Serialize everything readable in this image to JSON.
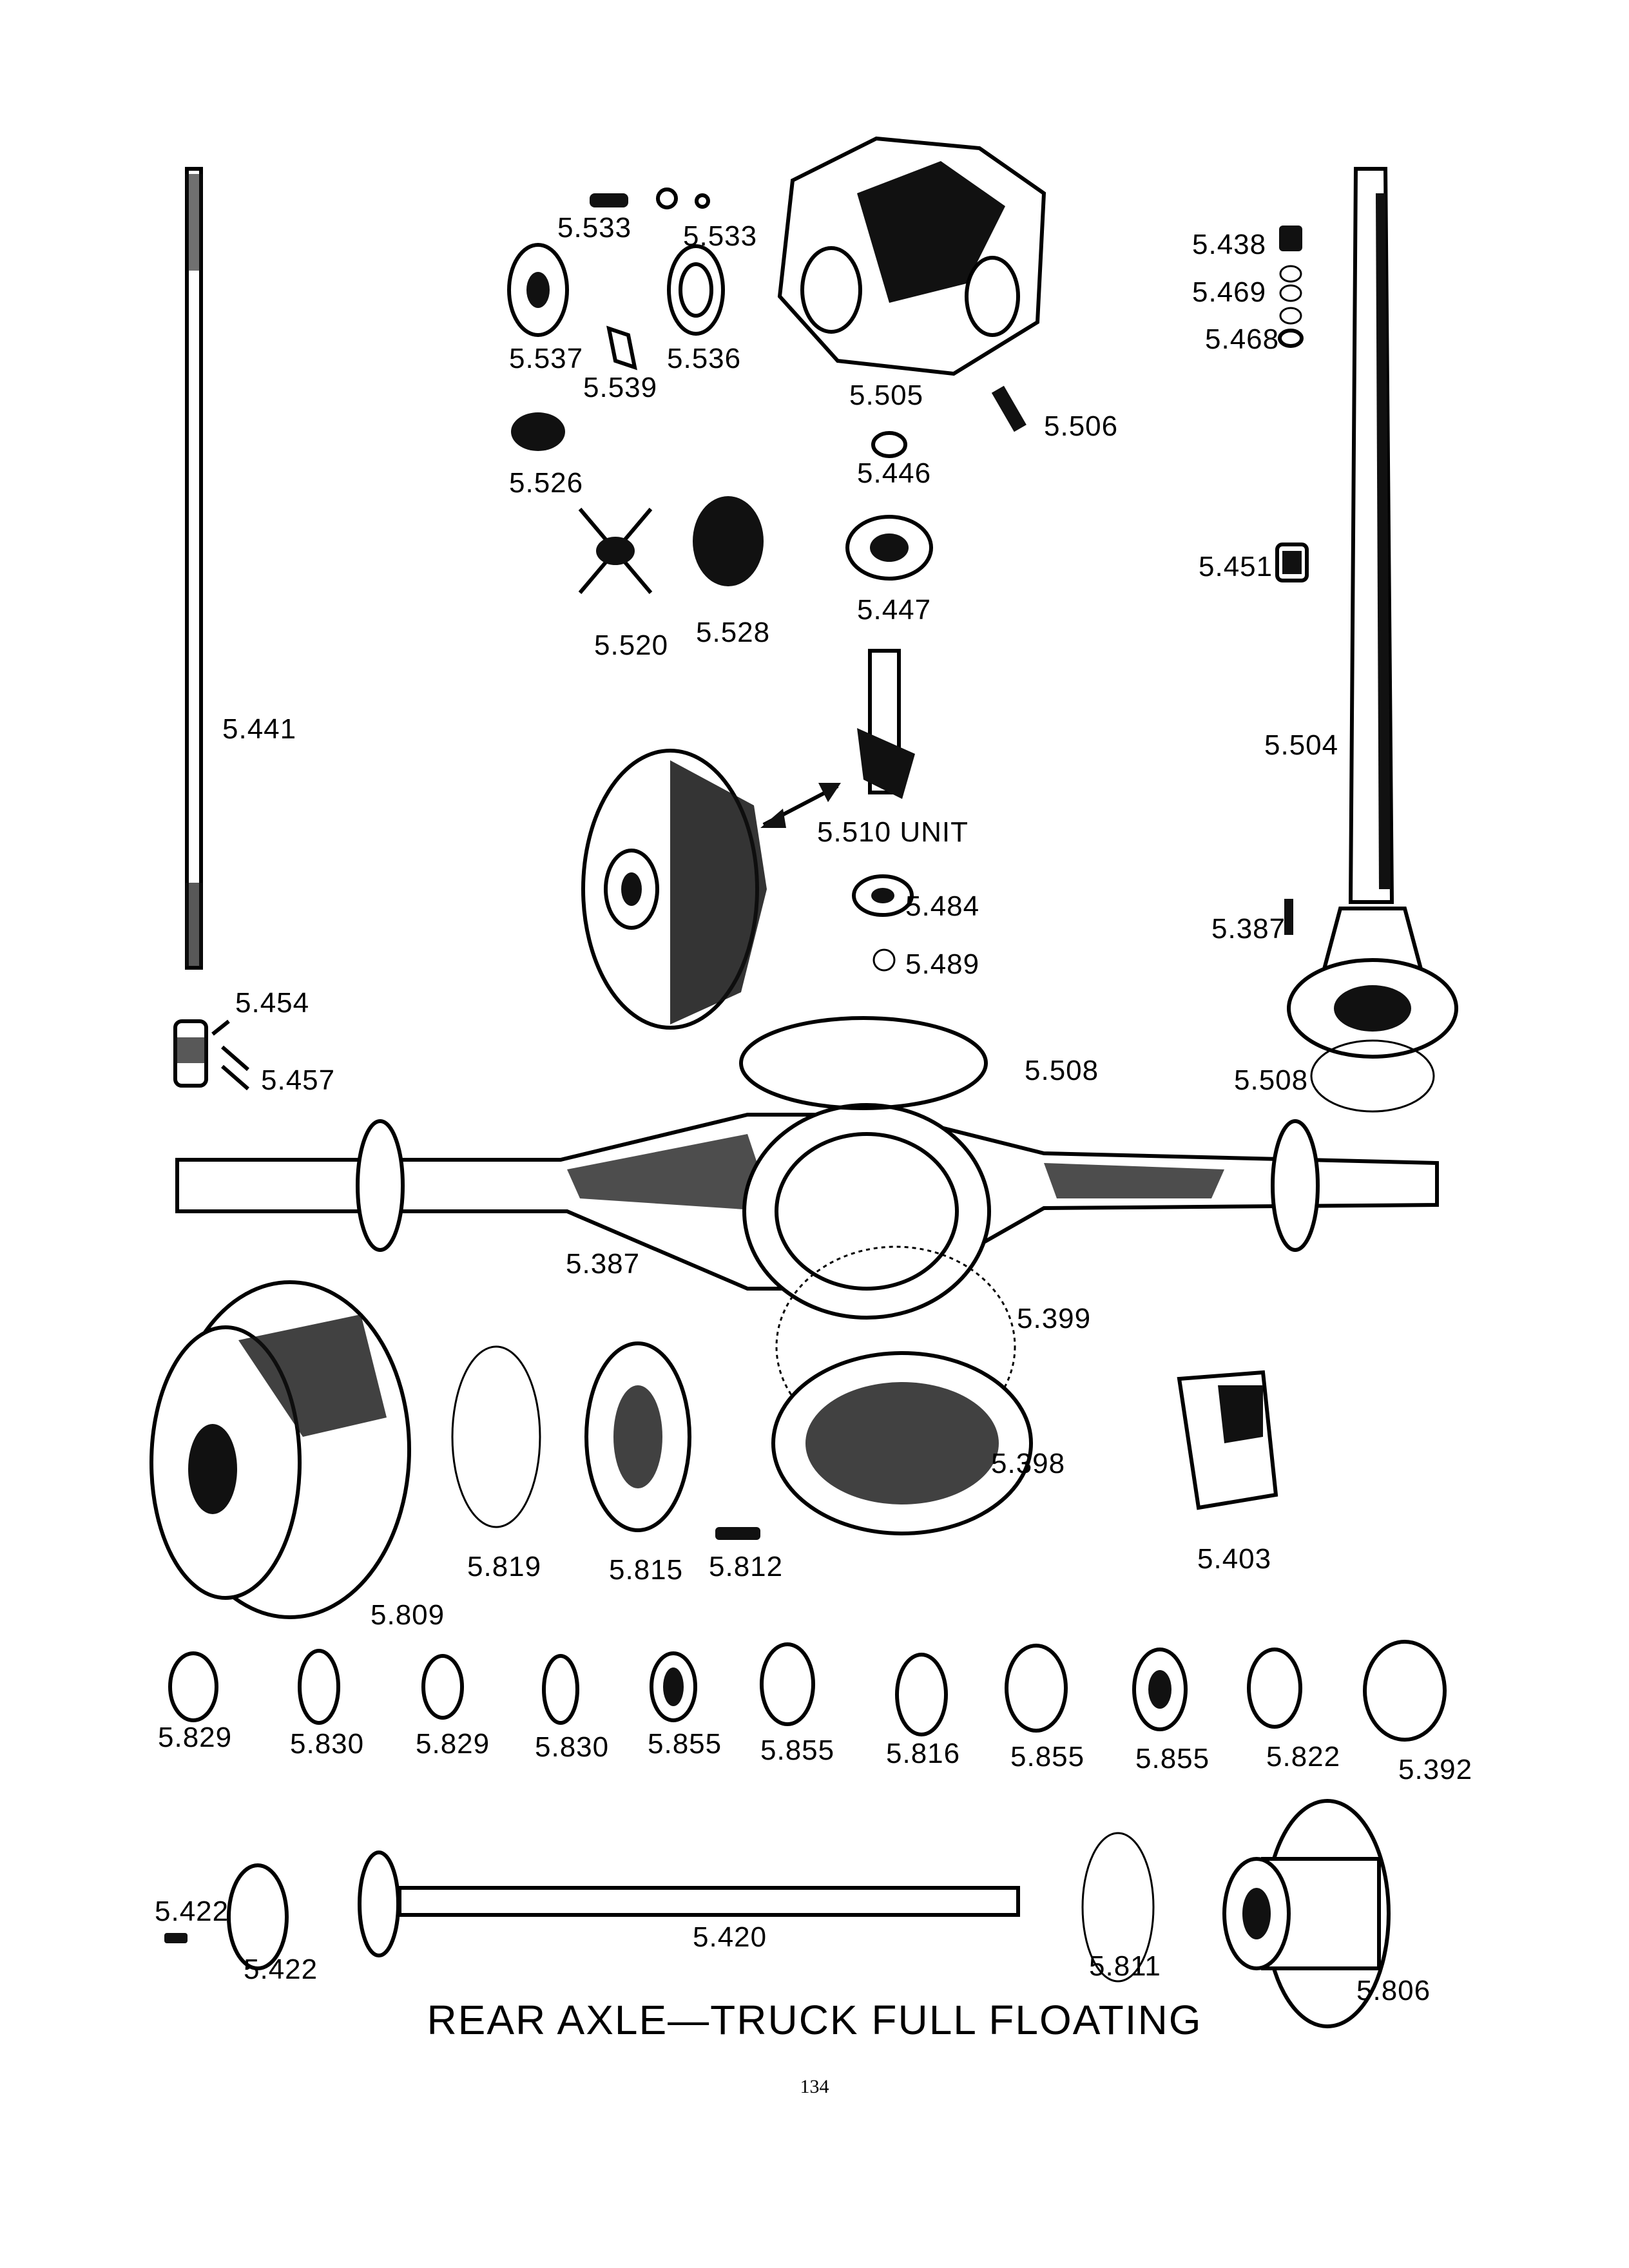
{
  "title": "REAR AXLE—TRUCK FULL FLOATING",
  "page_number": "134",
  "labels": {
    "l_5533a": "5.533",
    "l_5533b": "5.533",
    "l_5537": "5.537",
    "l_5539": "5.539",
    "l_5536": "5.536",
    "l_5505": "5.505",
    "l_5506": "5.506",
    "l_5446": "5.446",
    "l_5526": "5.526",
    "l_5520": "5.520",
    "l_5528": "5.528",
    "l_5447": "5.447",
    "l_5438": "5.438",
    "l_5469": "5.469",
    "l_5468": "5.468",
    "l_5451": "5.451",
    "l_5441": "5.441",
    "l_5504": "5.504",
    "l_5510": "5.510 UNIT",
    "l_5484": "5.484",
    "l_5489": "5.489",
    "l_5387a": "5.387",
    "l_5454": "5.454",
    "l_5457": "5.457",
    "l_5508a": "5.508",
    "l_5508b": "5.508",
    "l_5387b": "5.387",
    "l_5399": "5.399",
    "l_5398": "5.398",
    "l_5403": "5.403",
    "l_5819": "5.819",
    "l_5815": "5.815",
    "l_5812": "5.812",
    "l_5809": "5.809",
    "l_5829a": "5.829",
    "l_5830a": "5.830",
    "l_5829b": "5.829",
    "l_5830b": "5.830",
    "l_5855a": "5.855",
    "l_5855b": "5.855",
    "l_5816": "5.816",
    "l_5855c": "5.855",
    "l_5855d": "5.855",
    "l_5822": "5.822",
    "l_5392": "5.392",
    "l_5422a": "5.422",
    "l_5422b": "5.422",
    "l_5420": "5.420",
    "l_5811": "5.811",
    "l_5806": "5.806"
  }
}
